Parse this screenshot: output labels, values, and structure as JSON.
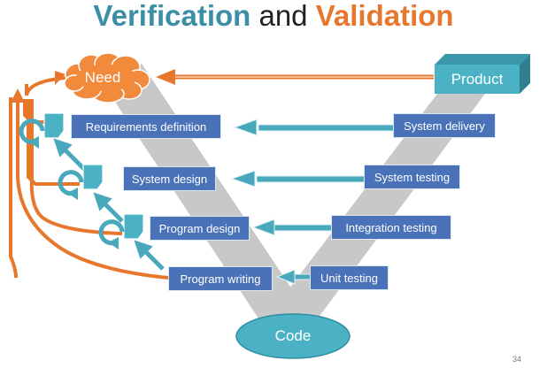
{
  "title": {
    "part1": "Verification",
    "part2": " and ",
    "part3": "Validation"
  },
  "need": "Need",
  "product": "Product",
  "code": "Code",
  "left_steps": [
    "Requirements definition",
    "System design",
    "Program design",
    "Program writing"
  ],
  "right_steps": [
    "System delivery",
    "System testing",
    "Integration testing",
    "Unit testing"
  ],
  "page_number": "34",
  "colors": {
    "teal": "#3a8fa6",
    "orange": "#e8772e",
    "box_blue": "#4a72b8",
    "arrow_teal": "#4aa8bd",
    "v_gray": "#c8c8c8"
  }
}
